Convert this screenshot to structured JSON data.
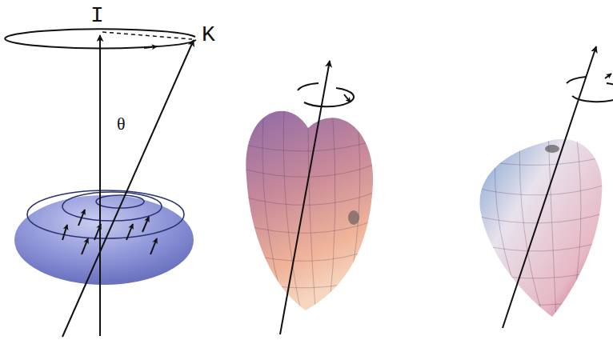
{
  "diagram": {
    "labels": [
      "I",
      "K",
      "θ"
    ]
  }
}
